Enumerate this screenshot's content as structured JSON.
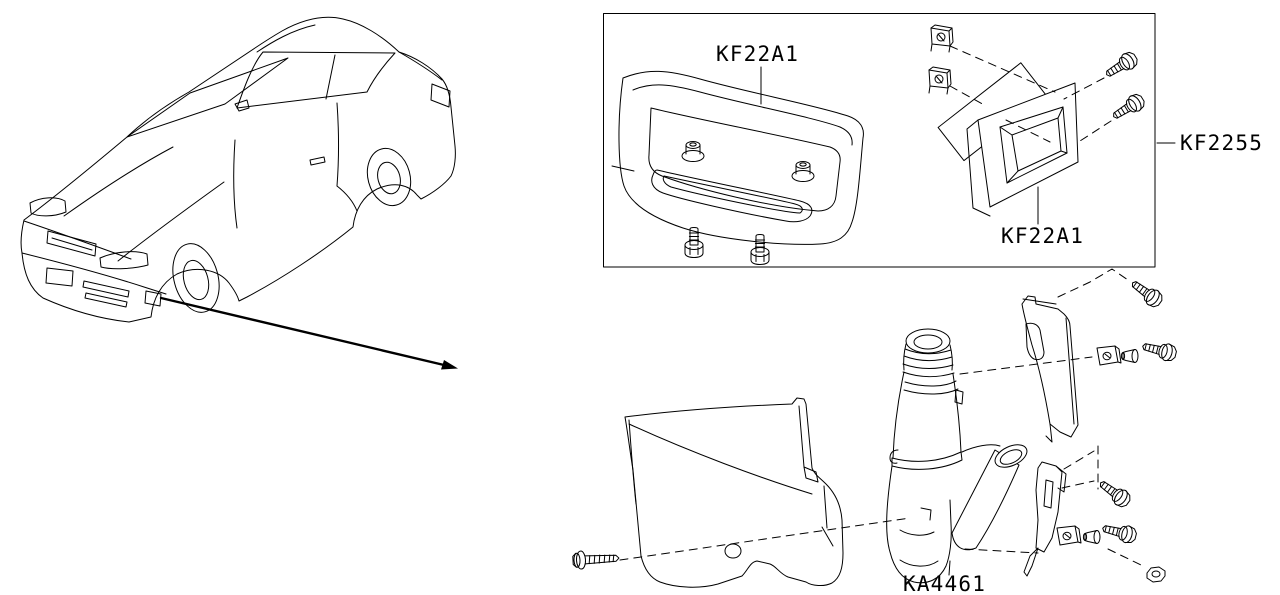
{
  "page": {
    "background": "#ffffff",
    "line_color": "#000000",
    "description_visible_text_only": true
  },
  "callouts": {
    "finisher_label": "KF22A1",
    "bezel_label": "KF22A1",
    "assembly_label": "KF2255",
    "duct_label": "KA4461"
  }
}
